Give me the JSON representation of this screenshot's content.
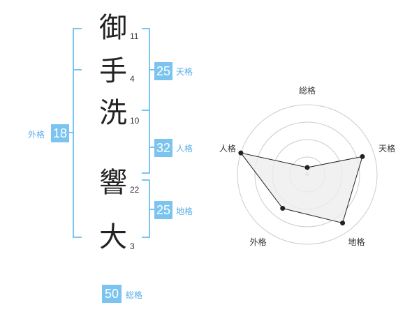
{
  "name": {
    "characters": [
      {
        "char": "御",
        "strokes": "11"
      },
      {
        "char": "手",
        "strokes": "4"
      },
      {
        "char": "洗",
        "strokes": "10"
      },
      {
        "char": "響",
        "strokes": "22"
      },
      {
        "char": "大",
        "strokes": "3"
      }
    ]
  },
  "scores": {
    "tenkaku": {
      "value": "25",
      "label": "天格"
    },
    "jinkaku": {
      "value": "32",
      "label": "人格"
    },
    "chikaku": {
      "value": "25",
      "label": "地格"
    },
    "gaikaku": {
      "value": "18",
      "label": "外格"
    },
    "soukaku": {
      "value": "50",
      "label": "総格"
    }
  },
  "chart_data": {
    "type": "radar",
    "axes": [
      "総格",
      "天格",
      "地格",
      "外格",
      "人格"
    ],
    "values": [
      0.1,
      0.83,
      0.86,
      0.6,
      1.0
    ],
    "rings": 4,
    "colors": {
      "fill": "#eeeeee",
      "line": "#222222",
      "grid": "#cccccc",
      "accent": "#7cc4f0"
    }
  }
}
